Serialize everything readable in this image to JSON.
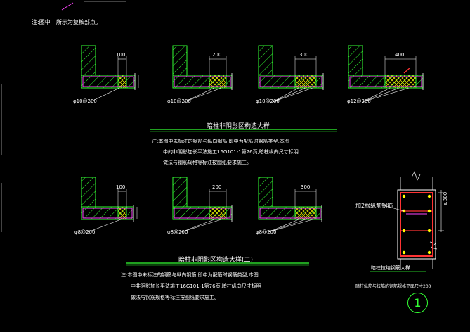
{
  "header": {
    "title_fragment": ""
  },
  "note_top": {
    "prefix": "注:图中",
    "text": "所示为复核部点。"
  },
  "top_row": {
    "dims": [
      "100",
      "200",
      "300",
      "400"
    ],
    "rebar_labels": [
      "φ10@200",
      "φ10@200",
      "φ10@200",
      "φ12@200"
    ]
  },
  "section1": {
    "title": "暗柱非阴影区构造大样",
    "notes": [
      "注:本图中未标注的钢筋与纵向钢筋,即中为配筋时钢筋类型,本图",
      "中的非阴影加长平法施工16G101-1第76页,暗柱纵向尺寸标明",
      "做法与钢筋规格等标注按图纸要求施工。"
    ]
  },
  "bottom_row": {
    "dims": [
      "100",
      "200",
      "300"
    ],
    "rebar_labels": [
      "φ8@200",
      "φ8@200",
      "φ8@200"
    ]
  },
  "section2": {
    "title": "暗柱非阴影区构造大样(二)",
    "notes": [
      "注:本图中未标注的钢筋与纵向钢筋,即中为配筋时钢筋类型,本图",
      "中非阴影加长平法施工16G101-1第76页,暗柱纵向尺寸标明",
      "做法与钢筋规格等标注按图纸要求施工。"
    ]
  },
  "column_detail": {
    "label": "加2根纵筋钢筋",
    "dim": "≥300",
    "caption": "暗柱拉结钢筋大样",
    "subcaption": "暗柱纵筋与拉筋的钢筋规格平面尺寸200",
    "number": "1"
  },
  "colors": {
    "background": "#000000",
    "wall_outline": "#33ff33",
    "rebar": "#ff44ff",
    "stirrup": "#ff3333",
    "hatch_fill": "#ffff00",
    "leader": "#ffffff"
  }
}
